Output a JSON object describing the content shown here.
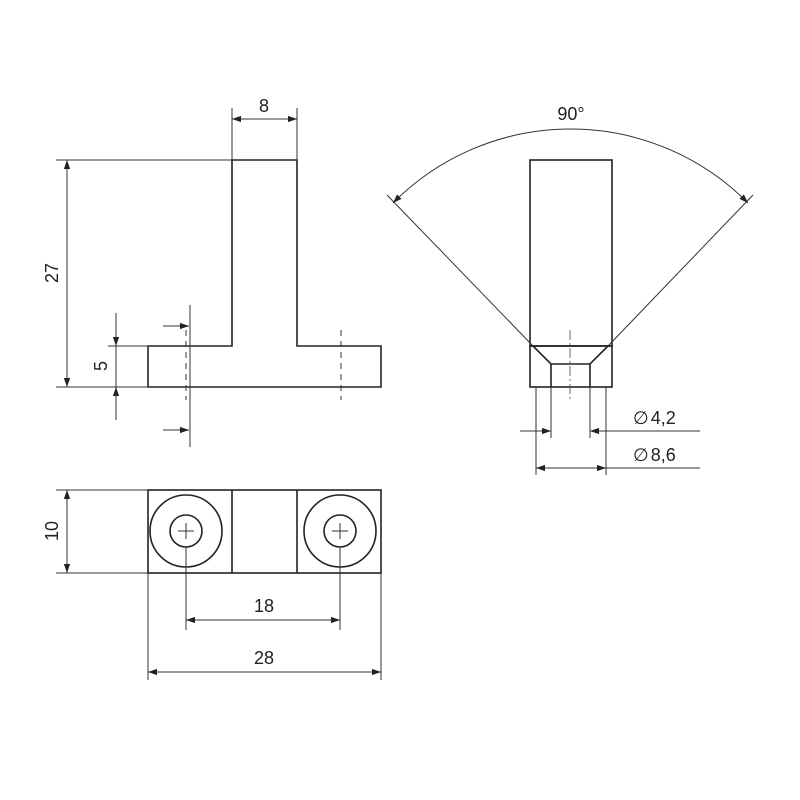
{
  "drawing": {
    "dims": {
      "width_top": "8",
      "height_total": "27",
      "base_thickness": "5",
      "depth": "10",
      "hole_spacing": "18",
      "length_total": "28",
      "countersink_angle": "90°",
      "hole_diameter": "4,2",
      "countersink_diameter": "8,6"
    },
    "diameter_symbol": "∅",
    "colors": {
      "line": "#222222",
      "background": "#ffffff"
    }
  }
}
